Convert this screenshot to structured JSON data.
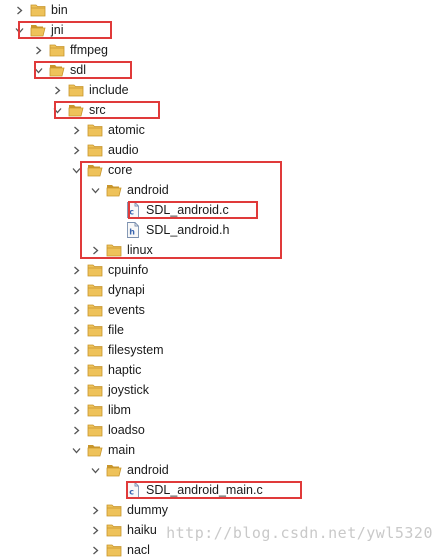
{
  "tree": {
    "nodes": [
      {
        "id": "bin",
        "label": "bin",
        "depth": 0,
        "toggle": "collapsed",
        "icon": "folder-icon"
      },
      {
        "id": "jni",
        "label": "jni",
        "depth": 0,
        "toggle": "expanded",
        "icon": "folder-open-icon"
      },
      {
        "id": "ffmpeg",
        "label": "ffmpeg",
        "depth": 1,
        "toggle": "collapsed",
        "icon": "folder-icon"
      },
      {
        "id": "sdl",
        "label": "sdl",
        "depth": 1,
        "toggle": "expanded",
        "icon": "folder-open-icon"
      },
      {
        "id": "include",
        "label": "include",
        "depth": 2,
        "toggle": "collapsed",
        "icon": "folder-icon"
      },
      {
        "id": "src",
        "label": "src",
        "depth": 2,
        "toggle": "expanded",
        "icon": "folder-open-icon"
      },
      {
        "id": "atomic",
        "label": "atomic",
        "depth": 3,
        "toggle": "collapsed",
        "icon": "folder-icon"
      },
      {
        "id": "audio",
        "label": "audio",
        "depth": 3,
        "toggle": "collapsed",
        "icon": "folder-icon"
      },
      {
        "id": "core",
        "label": "core",
        "depth": 3,
        "toggle": "expanded",
        "icon": "folder-open-icon"
      },
      {
        "id": "core-android",
        "label": "android",
        "depth": 4,
        "toggle": "expanded",
        "icon": "folder-open-icon"
      },
      {
        "id": "sdl-android-c",
        "label": "SDL_android.c",
        "depth": 5,
        "toggle": "none",
        "icon": "c-file-icon"
      },
      {
        "id": "sdl-android-h",
        "label": "SDL_android.h",
        "depth": 5,
        "toggle": "none",
        "icon": "h-file-icon"
      },
      {
        "id": "linux",
        "label": "linux",
        "depth": 4,
        "toggle": "collapsed",
        "icon": "folder-icon"
      },
      {
        "id": "cpuinfo",
        "label": "cpuinfo",
        "depth": 3,
        "toggle": "collapsed",
        "icon": "folder-icon"
      },
      {
        "id": "dynapi",
        "label": "dynapi",
        "depth": 3,
        "toggle": "collapsed",
        "icon": "folder-icon"
      },
      {
        "id": "events",
        "label": "events",
        "depth": 3,
        "toggle": "collapsed",
        "icon": "folder-icon"
      },
      {
        "id": "file",
        "label": "file",
        "depth": 3,
        "toggle": "collapsed",
        "icon": "folder-icon"
      },
      {
        "id": "filesystem",
        "label": "filesystem",
        "depth": 3,
        "toggle": "collapsed",
        "icon": "folder-icon"
      },
      {
        "id": "haptic",
        "label": "haptic",
        "depth": 3,
        "toggle": "collapsed",
        "icon": "folder-icon"
      },
      {
        "id": "joystick",
        "label": "joystick",
        "depth": 3,
        "toggle": "collapsed",
        "icon": "folder-icon"
      },
      {
        "id": "libm",
        "label": "libm",
        "depth": 3,
        "toggle": "collapsed",
        "icon": "folder-icon"
      },
      {
        "id": "loadso",
        "label": "loadso",
        "depth": 3,
        "toggle": "collapsed",
        "icon": "folder-icon"
      },
      {
        "id": "main",
        "label": "main",
        "depth": 3,
        "toggle": "expanded",
        "icon": "folder-open-icon"
      },
      {
        "id": "main-android",
        "label": "android",
        "depth": 4,
        "toggle": "expanded",
        "icon": "folder-open-icon"
      },
      {
        "id": "sdl-android-main-c",
        "label": "SDL_android_main.c",
        "depth": 5,
        "toggle": "none",
        "icon": "c-file-icon"
      },
      {
        "id": "dummy",
        "label": "dummy",
        "depth": 4,
        "toggle": "collapsed",
        "icon": "folder-icon"
      },
      {
        "id": "haiku",
        "label": "haiku",
        "depth": 4,
        "toggle": "collapsed",
        "icon": "folder-icon"
      },
      {
        "id": "nacl",
        "label": "nacl",
        "depth": 4,
        "toggle": "collapsed",
        "icon": "folder-icon"
      }
    ]
  },
  "watermark": {
    "text": "http://blog.csdn.net/ywl5320"
  },
  "colors": {
    "highlight": "#e03a3a",
    "folder": "#e8b84a",
    "folder_dark": "#c8962c",
    "file_c_badge": "#3a66b0",
    "text": "#1a1a1a",
    "watermark": "#c9c9c9"
  }
}
